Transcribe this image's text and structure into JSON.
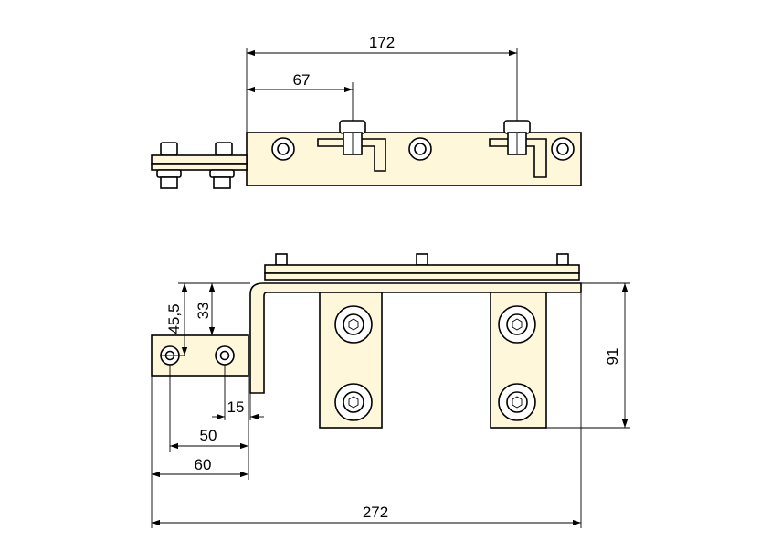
{
  "drawing": {
    "top_view": {
      "dimensions": {
        "overall_to_second_bolt": "172",
        "to_first_bolt": "67"
      }
    },
    "front_view": {
      "dimensions": {
        "overall_length": "272",
        "height_right": "91",
        "offset_45_5": "45,5",
        "offset_33": "33",
        "hole_edge_15": "15",
        "hole_spacing_50": "50",
        "tab_width_60": "60"
      }
    },
    "fill_color": "#fff7d9",
    "line_color": "#000000"
  }
}
